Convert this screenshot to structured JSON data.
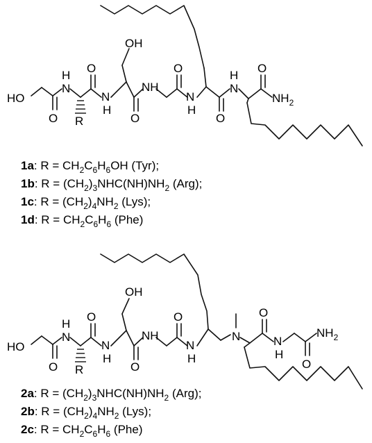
{
  "atoms": {
    "OH": "OH",
    "HO": "HO",
    "H": "H",
    "O": "O",
    "N": "N",
    "R": "R",
    "NH": "NH",
    "N_label": "N",
    "NH2_main": "NH",
    "NH2_sub": "2"
  },
  "legend1": [
    {
      "id": "1a",
      "parts": [
        ": R = CH",
        "2",
        "C",
        "6",
        "H",
        "6",
        "OH (Tyr);"
      ]
    },
    {
      "id": "1b",
      "parts": [
        ": R = (CH",
        "2",
        ")",
        "3",
        "NHC(NH)NH",
        "2",
        " (Arg);"
      ]
    },
    {
      "id": "1c",
      "parts": [
        ": R = (CH",
        "2",
        ")",
        "4",
        "NH",
        "2",
        " (Lys);"
      ]
    },
    {
      "id": "1d",
      "parts": [
        ": R = CH",
        "2",
        "C",
        "6",
        "H",
        "6",
        " (Phe)"
      ]
    }
  ],
  "legend2": [
    {
      "id": "2a",
      "parts": [
        ": R = (CH",
        "2",
        ")",
        "3",
        "NHC(NH)NH",
        "2",
        " (Arg);"
      ]
    },
    {
      "id": "2b",
      "parts": [
        ": R = (CH",
        "2",
        ")",
        "4",
        "NH",
        "2",
        " (Lys);"
      ]
    },
    {
      "id": "2c",
      "parts": [
        ": R = CH",
        "2",
        "C",
        "6",
        "H",
        "6",
        " (Phe)"
      ]
    }
  ]
}
